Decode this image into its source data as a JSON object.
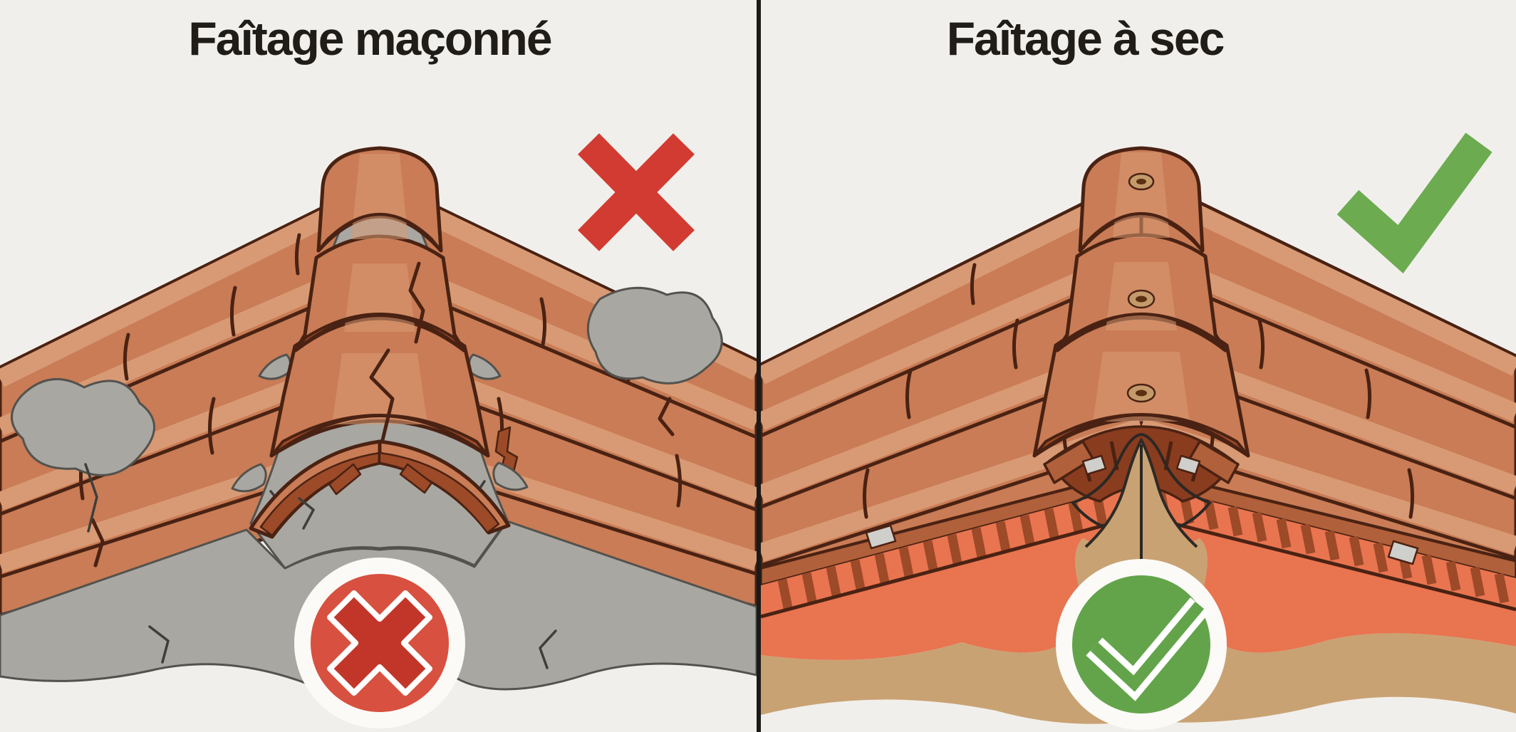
{
  "figure": {
    "panels": [
      {
        "id": "mortared",
        "title": "Faîtage maçonné",
        "corner_icon": "x-mark-icon",
        "badge_icon": "x-circle-badge"
      },
      {
        "id": "dry",
        "title": "Faîtage à sec",
        "corner_icon": "check-mark-icon",
        "badge_icon": "check-circle-badge"
      }
    ]
  },
  "colors": {
    "background": "#f1efeb",
    "divider": "#1a1a19",
    "title_text": "#201c18",
    "tile": "#c97c55",
    "tile_light": "#d89a74",
    "tile_dark": "#b0603a",
    "tile_edge": "#9c4a28",
    "outline": "#4a2213",
    "mortar": "#a8a7a2",
    "mortar_shadow": "#908f8a",
    "membrane": "#e97450",
    "underlay_tan": "#c9a273",
    "ridge_interior": "#8a3c1f",
    "clip_grey": "#cfcfcb",
    "cross_red": "#d23b31",
    "badge_red": "#d8503f",
    "badge_red_glyph": "#c2362a",
    "check_green": "#6cab50",
    "badge_green": "#63a44a",
    "halo_white": "#fbfaf7"
  }
}
